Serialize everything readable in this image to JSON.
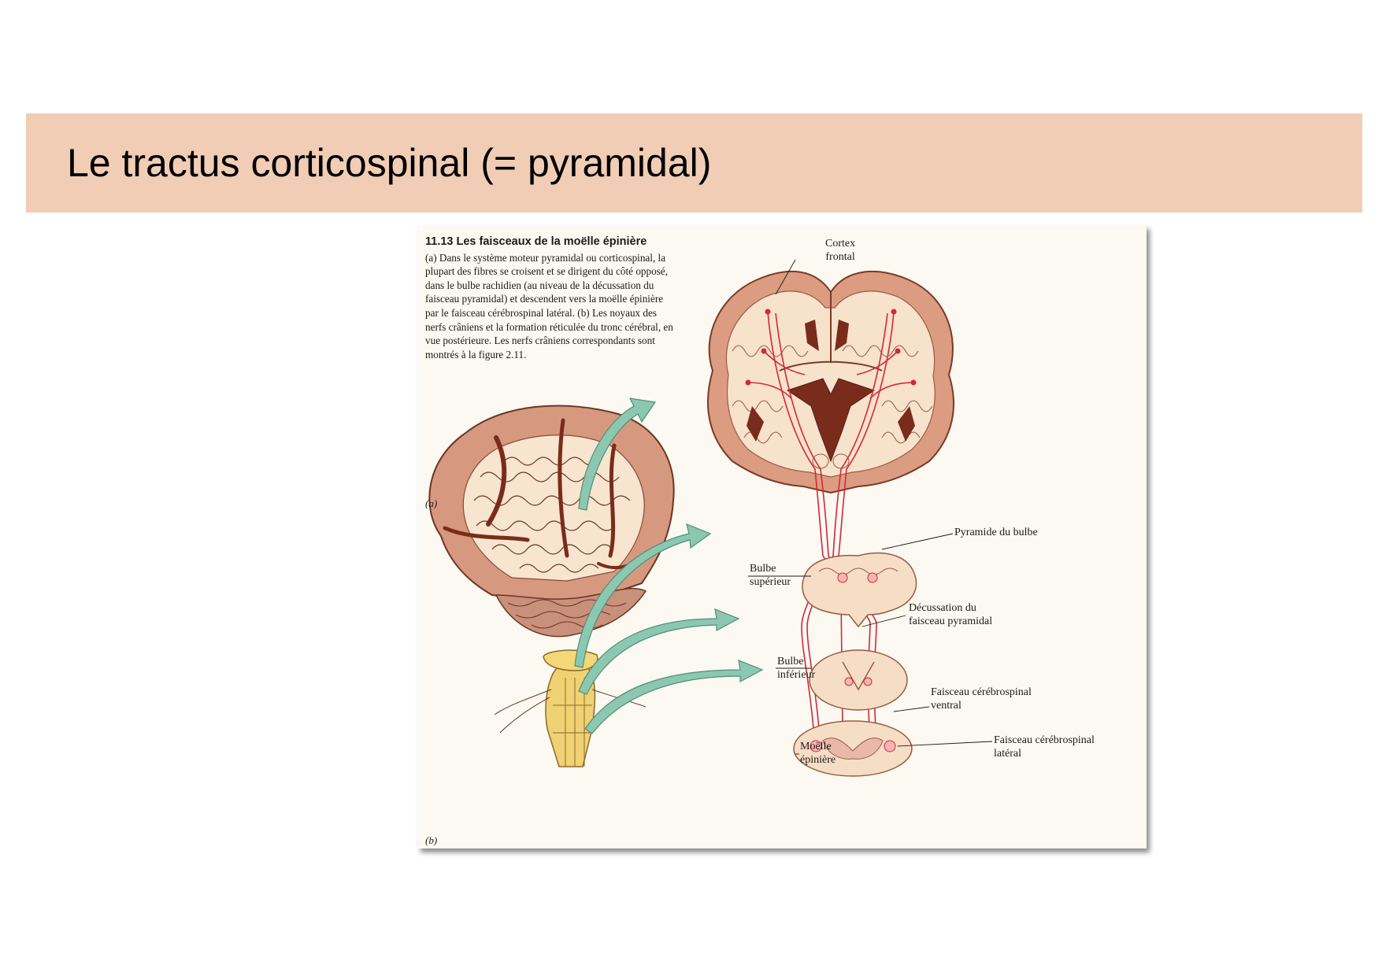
{
  "slide": {
    "title": "Le tractus corticospinal (= pyramidal)",
    "band_color": "#f1cdb5"
  },
  "figure": {
    "caption_title": "11.13 Les faisceaux de la moëlle épinière",
    "caption_text": "(a) Dans le système moteur pyramidal ou corticospinal, la plupart des fibres se croisent et se dirigent du côté opposé, dans le bulbe rachidien (au niveau de la décussation du faisceau pyramidal) et descendent vers la moëlle épinière par le faisceau cérébrospinal latéral. (b) Les noyaux des nerfs crâniens et la formation réticulée du tronc cérébral, en vue postérieure. Les nerfs crâniens correspondants sont montrés à la figure 2.11.",
    "panel_a": "(a)",
    "panel_b": "(b)",
    "labels": {
      "cortex_1": "Cortex",
      "cortex_2": "frontal",
      "pyramide": "Pyramide du bulbe",
      "bulbe_sup_1": "Bulbe",
      "bulbe_sup_2": "supérieur",
      "decussation_1": "Décussation du",
      "decussation_2": "faisceau pyramidal",
      "bulbe_inf_1": "Bulbe",
      "bulbe_inf_2": "inférieur",
      "ventral_1": "Faisceau cérébrospinal",
      "ventral_2": "ventral",
      "moelle_1": "Moëlle",
      "moelle_2": "épinière",
      "lateral_1": "Faisceau cérébrospinal",
      "lateral_2": "latéral"
    },
    "colors": {
      "tissue": "#f6ddc6",
      "cortex_pink": "#dc9c82",
      "tract_red": "#d4283a",
      "arrow_green": "#8cc7b0",
      "dark_sulcus": "#7a2c1c",
      "brainstem_yellow": "#f0d173"
    }
  }
}
